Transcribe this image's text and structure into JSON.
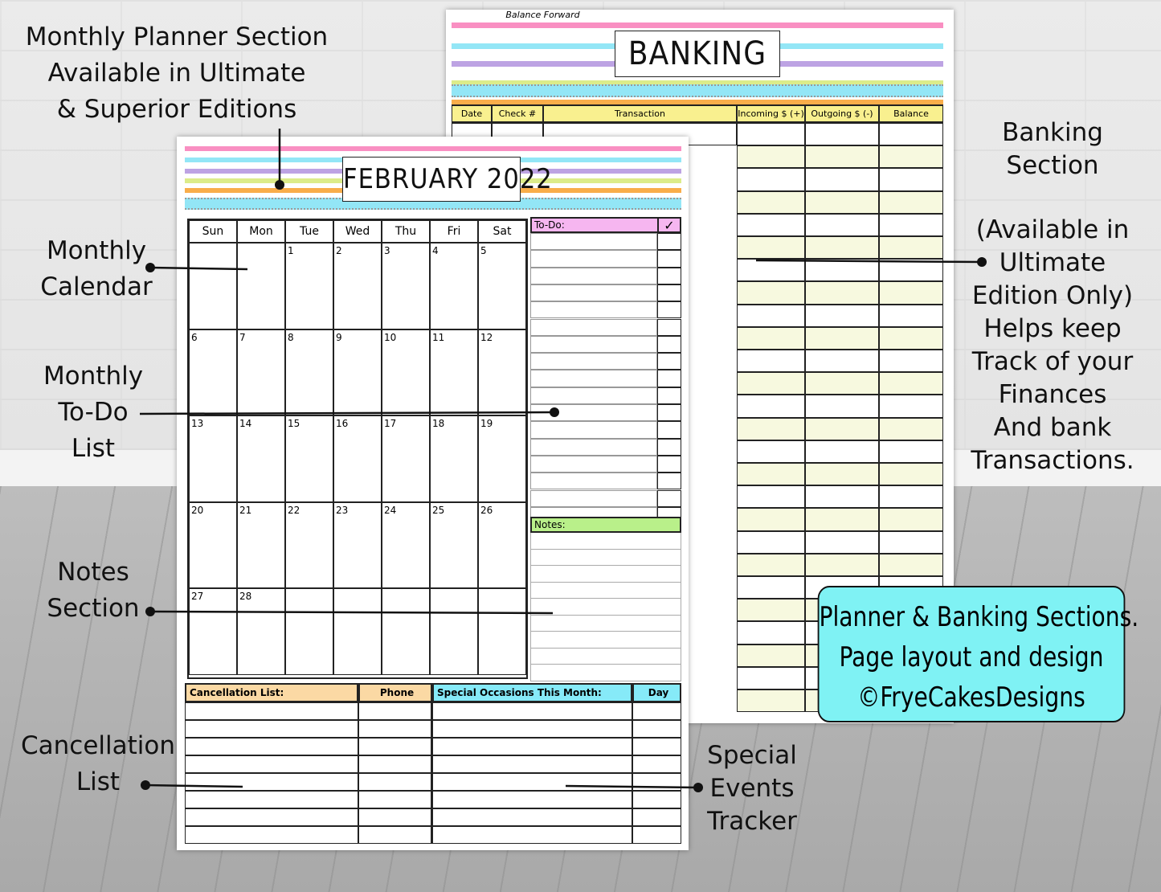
{
  "banking": {
    "title": "BANKING",
    "columns": [
      "Date",
      "Check #",
      "Transaction",
      "Incoming $ (+)",
      "Outgoing $ (-)",
      "Balance"
    ],
    "balance_forward": "Balance Forward"
  },
  "planner": {
    "title": "FEBRUARY 2022",
    "weekdays": [
      "Sun",
      "Mon",
      "Tue",
      "Wed",
      "Thu",
      "Fri",
      "Sat"
    ],
    "weeks": [
      [
        "",
        "",
        "1",
        "2",
        "3",
        "4",
        "5"
      ],
      [
        "6",
        "7",
        "8",
        "9",
        "10",
        "11",
        "12"
      ],
      [
        "13",
        "14",
        "15",
        "16",
        "17",
        "18",
        "19"
      ],
      [
        "20",
        "21",
        "22",
        "23",
        "24",
        "25",
        "26"
      ],
      [
        "27",
        "28",
        "",
        "",
        "",
        "",
        ""
      ]
    ],
    "todo_label": "To-Do:",
    "check_icon": "checkmark-icon",
    "notes_label": "Notes:",
    "cancellation_label": "Cancellation List:",
    "phone_label": "Phone",
    "special_label": "Special Occasions This Month:",
    "day_label": "Day",
    "stripe_colors": [
      "#f98fc2",
      "#93e6f6",
      "#bda3e3",
      "#dcec8a",
      "#f9ad4a",
      "#93e6f6"
    ],
    "todo_color": "#f6b6f0",
    "notes_color": "#b9f08a",
    "cancel_color": "#fbd9a4",
    "special_color": "#86eaf8"
  },
  "annotations": {
    "monthly_planner": "Monthly Planner Section\nAvailable in Ultimate\n& Superior Editions",
    "monthly_calendar": "Monthly\nCalendar",
    "todo": "Monthly\nTo-Do\nList",
    "notes": "Notes\nSection",
    "cancellation": "Cancellation\nList",
    "special": "Special\nEvents\nTracker",
    "banking": "Banking\nSection",
    "banking_desc": "(Available in\nUltimate\nEdition Only)\nHelps keep\nTrack of your\nFinances\nAnd bank\nTransactions."
  },
  "callout": "Planner & Banking Sections.\nPage layout and design\n©FryeCakesDesigns"
}
